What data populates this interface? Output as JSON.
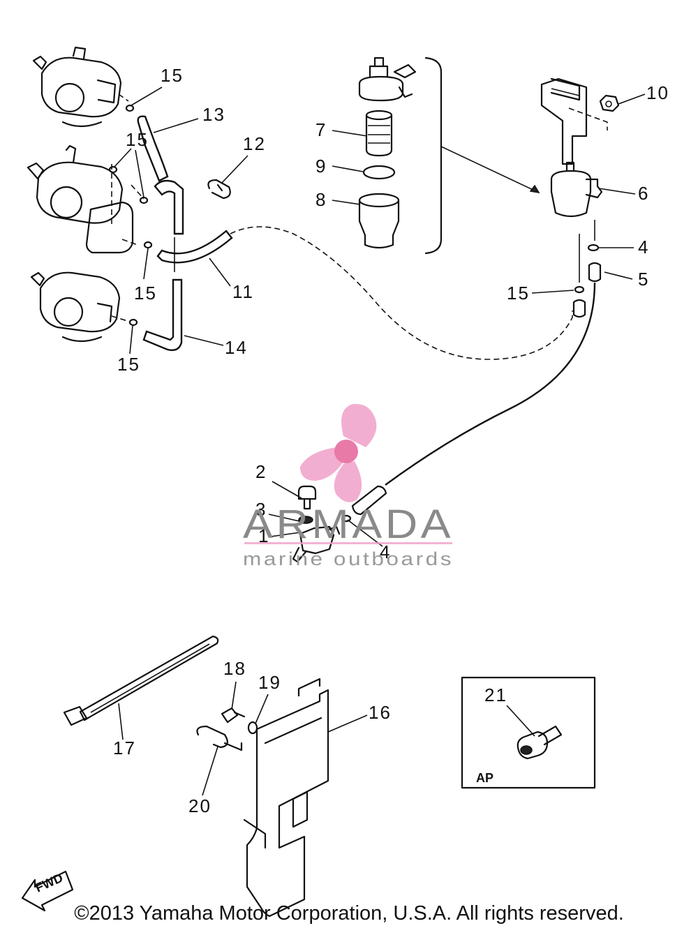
{
  "callouts": {
    "c1": "1",
    "c2": "2",
    "c3": "3",
    "c4a": "4",
    "c4b": "4",
    "c5": "5",
    "c6": "6",
    "c7": "7",
    "c8": "8",
    "c9": "9",
    "c10": "10",
    "c11": "11",
    "c12": "12",
    "c13": "13",
    "c14": "14",
    "c15a": "15",
    "c15b": "15",
    "c15c": "15",
    "c15d": "15",
    "c15e": "15",
    "c16": "16",
    "c17": "17",
    "c18": "18",
    "c19": "19",
    "c20": "20",
    "c21": "21"
  },
  "inset": {
    "label": "AP"
  },
  "direction": {
    "label": "FWD"
  },
  "watermark": {
    "brand": "ARMADA",
    "tagline": "marine outboards",
    "logo_color": "#f0a0c8",
    "logo_center": "#e87aa8"
  },
  "footer": {
    "copyright": "©2013 Yamaha Motor Corporation, U.S.A. All rights reserved."
  }
}
